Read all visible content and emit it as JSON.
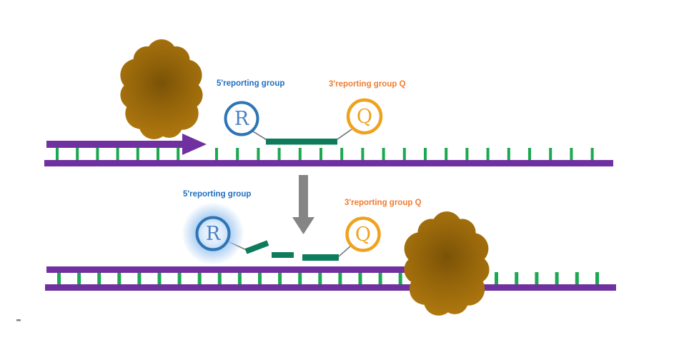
{
  "labels": {
    "top": {
      "reporter": "5'reporting group",
      "quencher": "3'reporting group Q",
      "reporter_symbol": "R",
      "quencher_symbol": "Q"
    },
    "bottom": {
      "reporter": "5'reporting group",
      "quencher": "3'reporting group Q",
      "reporter_symbol": "R",
      "quencher_symbol": "Q"
    }
  },
  "palette": {
    "strand-purple": "#7030a0",
    "base-green": "#1ca851",
    "probe-green": "#0e7c5c",
    "reporter-blue": "#2e75b6",
    "reporter-letter-blue": "#4a81c4",
    "reporter-label-blue": "#1f6fc0",
    "quencher-orange": "#efa21e",
    "quencher-label-orange": "#ed7d31",
    "enzyme-brown-center": "#7a5207",
    "enzyme-brown-mid": "#96660a",
    "enzyme-brown-edge": "#b37a10",
    "glow-blue": "#a8ccf2",
    "arrow-gray": "#858585",
    "connector-gray": "#7f7f7f",
    "background": "#ffffff"
  }
}
